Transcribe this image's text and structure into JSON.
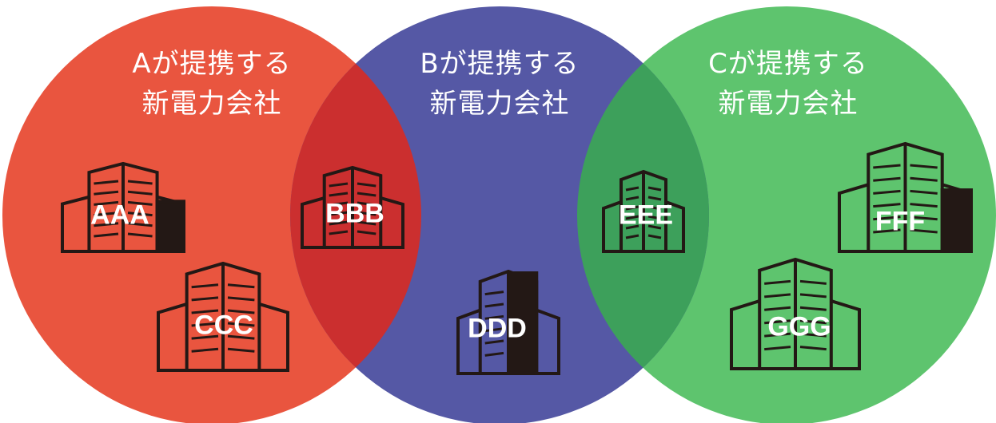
{
  "colors": {
    "a": "#E9553F",
    "b": "#5558A5",
    "c": "#5EC46E",
    "ab": "#CB2F2F",
    "bc": "#3DA05B",
    "outline": "#231815"
  },
  "groups": [
    {
      "id": "a",
      "title_line1": "Aが提携する",
      "title_line2": "新電力会社"
    },
    {
      "id": "b",
      "title_line1": "Bが提携する",
      "title_line2": "新電力会社"
    },
    {
      "id": "c",
      "title_line1": "Cが提携する",
      "title_line2": "新電力会社"
    }
  ],
  "companies": [
    {
      "name": "AAA",
      "membership": [
        "A"
      ]
    },
    {
      "name": "BBB",
      "membership": [
        "A",
        "B"
      ]
    },
    {
      "name": "CCC",
      "membership": [
        "A"
      ]
    },
    {
      "name": "DDD",
      "membership": [
        "B"
      ]
    },
    {
      "name": "EEE",
      "membership": [
        "B",
        "C"
      ]
    },
    {
      "name": "FFF",
      "membership": [
        "C"
      ]
    },
    {
      "name": "GGG",
      "membership": [
        "C"
      ]
    }
  ]
}
